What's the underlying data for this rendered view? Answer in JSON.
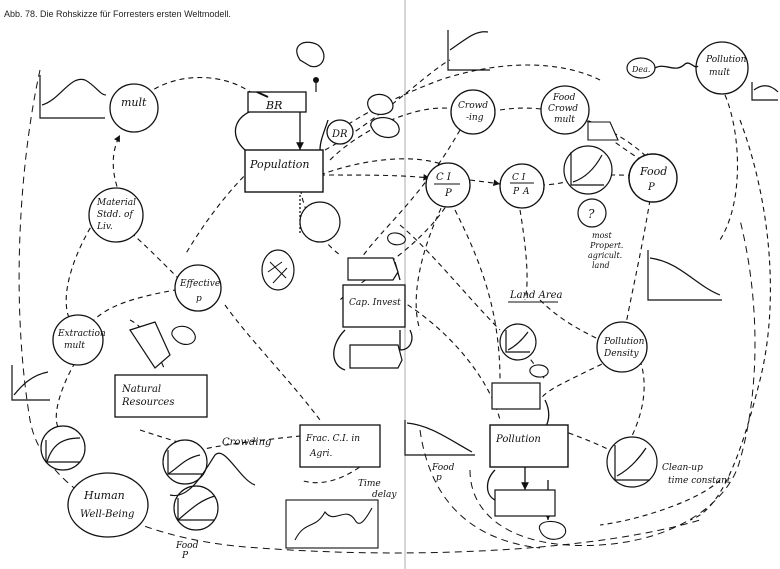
{
  "caption": "Abb. 78. Die Rohskizze für Forresters ersten Weltmodell.",
  "nodes": {
    "br": "BR",
    "dr": "DR",
    "population": "Population",
    "mult": "mult",
    "material_std_of_liv": [
      "Material",
      "Stdd. of",
      "Liv."
    ],
    "effective": [
      "Effective",
      "p"
    ],
    "extraction_mult": [
      "Extraction",
      "mult"
    ],
    "natural_resources": [
      "Natural",
      "Resources"
    ],
    "human_well_being": [
      "Human",
      "Well-Being"
    ],
    "cap_invest": "Cap. Invest",
    "frac_ci_agri": [
      "Frac. C.I. in",
      "Agri."
    ],
    "time_delay": [
      "Time",
      "delay"
    ],
    "food_p_bottom": [
      "Food",
      "P"
    ],
    "food_p_small": [
      "Food",
      "p"
    ],
    "crowding_top": [
      "Crowd",
      "-ing"
    ],
    "crowding_right": "Crowding",
    "ci_p": [
      "C I",
      "P"
    ],
    "ci_p_a": [
      "C I",
      "P",
      "A"
    ],
    "food_crowd_mult": [
      "Food",
      "Crowd",
      "mult"
    ],
    "food_p_right": [
      "Food",
      "P"
    ],
    "question_mark": "?",
    "most_prop_agri": [
      "most",
      "Propert.",
      "agricult.",
      "land"
    ],
    "land_area": "Land Area",
    "pollution_density": [
      "Pollution",
      "Density"
    ],
    "pollution": "Pollution",
    "pollution_mult": [
      "Pollution",
      "mult"
    ],
    "deaths": "Dea.",
    "cleanup_time": [
      "Clean-up",
      "time constant"
    ]
  }
}
